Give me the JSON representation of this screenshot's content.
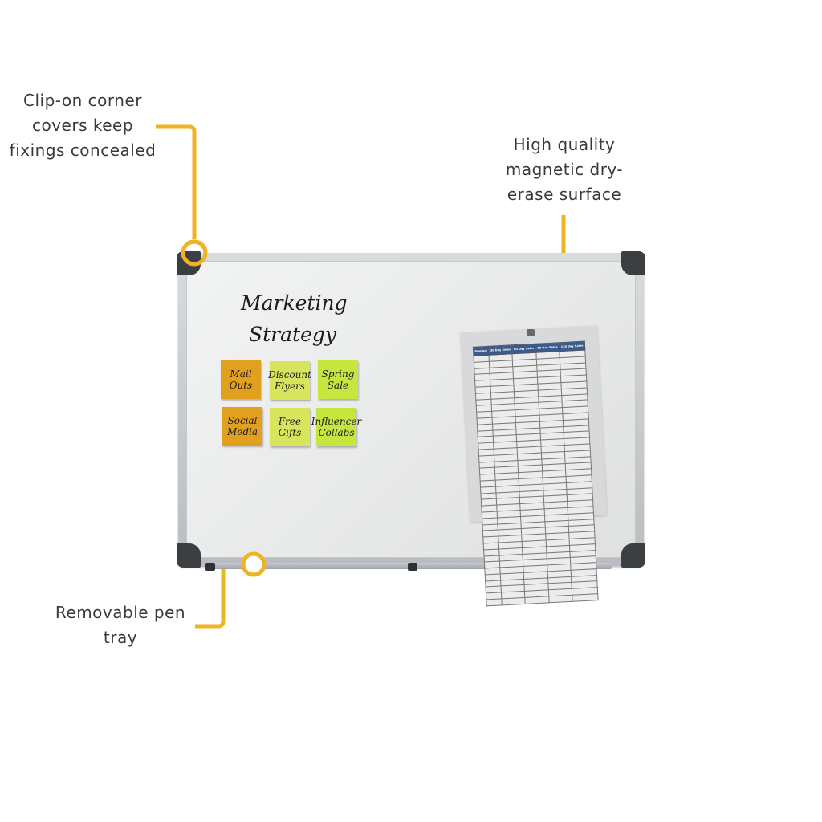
{
  "callouts": {
    "corner": "Clip-on corner\ncovers keep\nfixings concealed",
    "surface": "High quality\nmagnetic dry-\nerase surface",
    "tray": "Removable pen\ntray"
  },
  "whiteboard": {
    "title_line1": "Marketing",
    "title_line2": "Strategy",
    "notes": [
      {
        "text": "Mail\nOuts",
        "color": "#e2a01f"
      },
      {
        "text": "Discount\nFlyers",
        "color": "#d8e45c"
      },
      {
        "text": "Spring\nSale",
        "color": "#c6e53f"
      },
      {
        "text": "Social\nMedia",
        "color": "#e2a01f"
      },
      {
        "text": "Free Gifts",
        "color": "#d8e45c"
      },
      {
        "text": "Influencer\nCollabs",
        "color": "#c6e53f"
      }
    ],
    "sheet_headers": [
      "Product",
      "30 Day Sales",
      "60 Day Sales",
      "90 Day Sales",
      "120 Day Sales"
    ]
  },
  "colors": {
    "accent": "#f0b323",
    "frame": "#c2c5c8",
    "corner": "#3c3f42"
  }
}
